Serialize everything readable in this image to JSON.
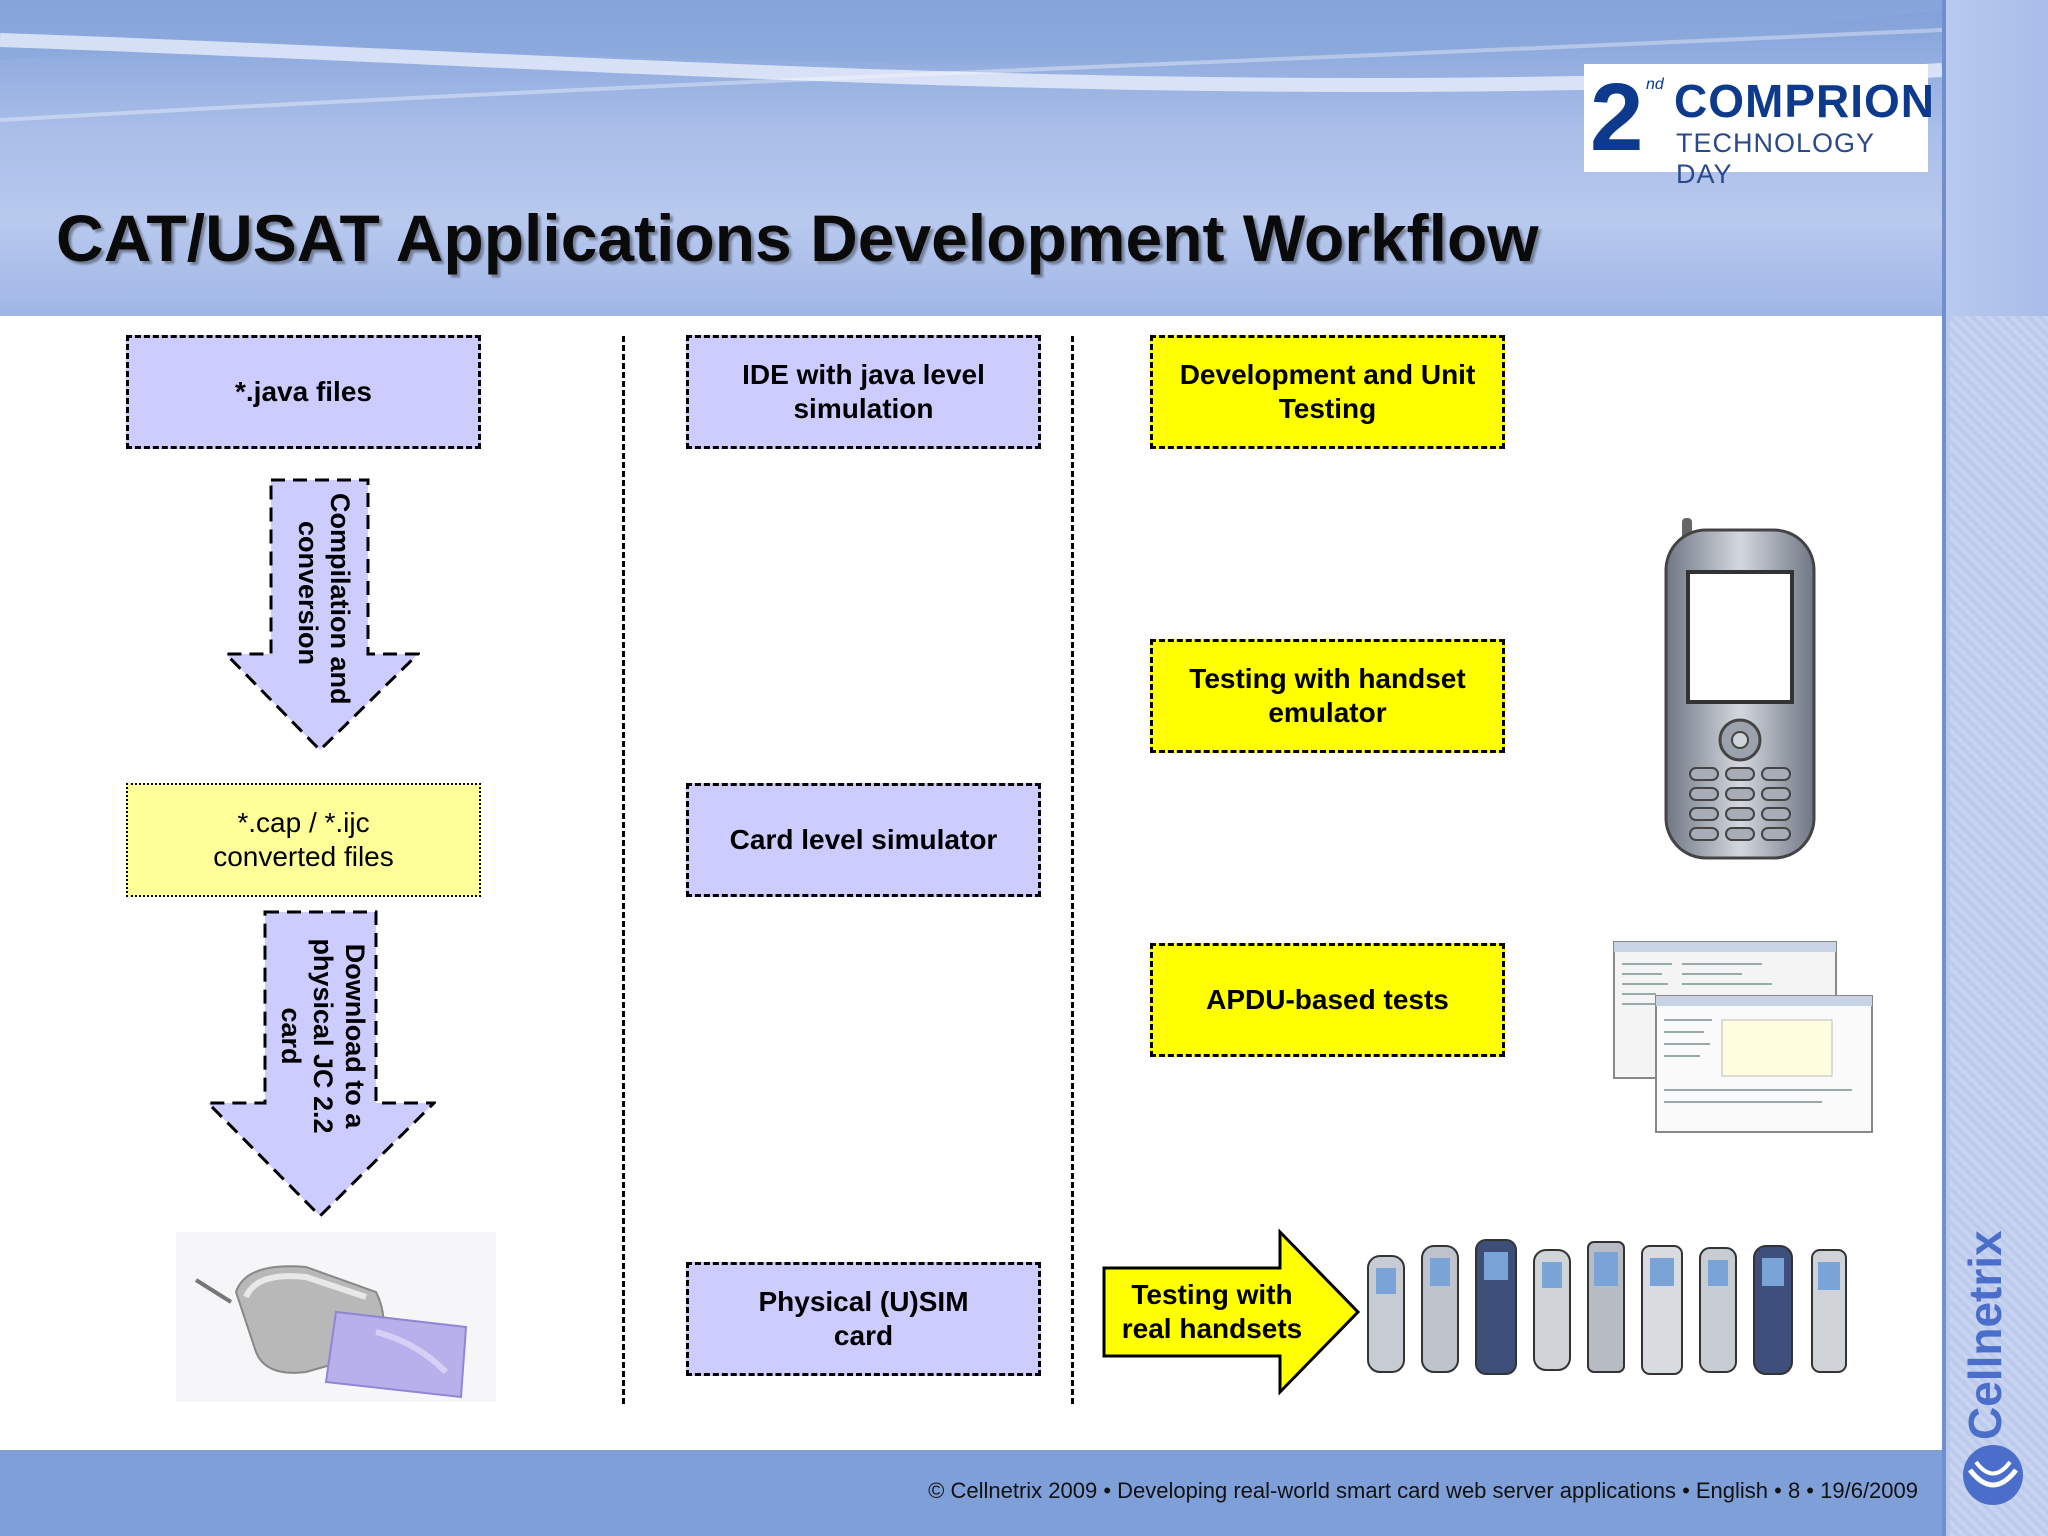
{
  "slide": {
    "title": "CAT/USAT Applications Development Workflow",
    "logo": {
      "number": "2",
      "superscript": "nd",
      "line1": "COMPRION",
      "line2": "TECHNOLOGY DAY"
    },
    "brand": "Cellnetrix",
    "footer": "© Cellnetrix 2009 • Developing real-world smart card web server applications • English •  8 •  19/6/2009"
  },
  "diagram": {
    "col1": {
      "java_files": "*.java files",
      "arrow1": [
        "Compilation and",
        "conversion"
      ],
      "converted": [
        "*.cap / *.ijc",
        "converted files"
      ],
      "arrow2": [
        "Download to a",
        "physical JC 2.2",
        "card"
      ]
    },
    "col2": {
      "ide": [
        "IDE with java level",
        "simulation"
      ],
      "card_sim": "Card level simulator",
      "physical": [
        "Physical (U)SIM",
        "card"
      ]
    },
    "col3": {
      "dev_unit": [
        "Development and Unit",
        "Testing"
      ],
      "handset_emulator": [
        "Testing with handset",
        "emulator"
      ],
      "apdu": "APDU-based tests",
      "real_handsets": [
        "Testing with",
        "real handsets"
      ]
    }
  },
  "colors": {
    "lavender": "#ccccff",
    "yellow": "#ffff00",
    "pale_yellow": "#ffff99",
    "brand_blue": "#4a6ec9"
  }
}
